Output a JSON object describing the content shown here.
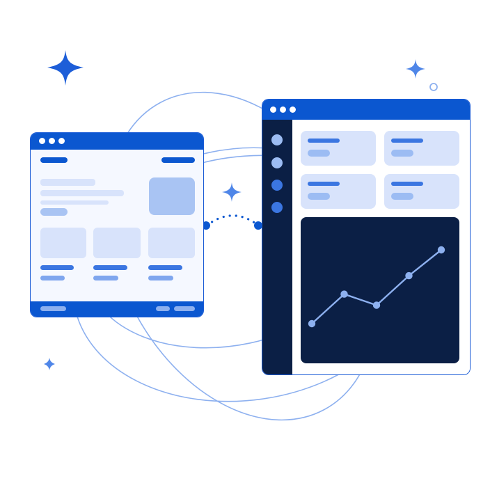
{
  "colors": {
    "primary": "#0b57d0",
    "sidebar": "#0b1f45",
    "accent_light": "#9cbcf3",
    "card_fill": "#d8e3fb",
    "orbit": "#8db0ef",
    "sparkle": "#1d5ed8"
  },
  "illustration": {
    "left_window": {
      "window_controls": 3,
      "icons": [
        "image-placeholder-icon"
      ]
    },
    "right_window": {
      "window_controls": 3,
      "sidebar_dots": 4,
      "stat_cards": 4,
      "icons": [
        "line-chart-icon"
      ]
    },
    "connector": "dotted-arc",
    "sparkles": [
      "sparkle-icon",
      "sparkle-icon",
      "sparkle-icon",
      "sparkle-icon"
    ]
  },
  "chart_data": {
    "type": "line",
    "x": [
      1,
      2,
      3,
      4,
      5
    ],
    "series": [
      {
        "values": [
          1.0,
          2.6,
          2.0,
          3.6,
          5.0
        ]
      }
    ],
    "xlim": [
      1,
      5
    ],
    "ylim": [
      1,
      5
    ],
    "grid": false,
    "axes_visible": false,
    "markers": true,
    "line_color": "#8db0ef"
  }
}
